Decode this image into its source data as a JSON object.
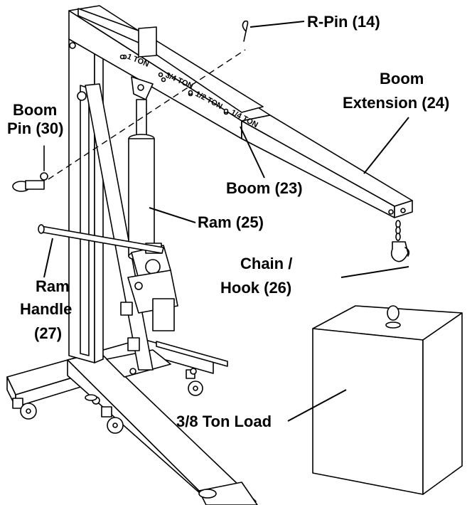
{
  "labels": {
    "r_pin": "R-Pin (14)",
    "boom_pin_1": "Boom",
    "boom_pin_2": "Pin (30)",
    "boom_ext_1": "Boom",
    "boom_ext_2": "Extension (24)",
    "boom": "Boom (23)",
    "ram": "Ram (25)",
    "chain_1": "Chain /",
    "chain_2": "Hook (26)",
    "handle_1": "Ram",
    "handle_2": "Handle",
    "handle_3": "(27)",
    "load": "3/8 Ton Load"
  },
  "boom_markings": [
    "1 TON",
    "3/4 TON",
    "1/2 TON",
    "1/4 TON"
  ],
  "colors": {
    "ink": "#000000",
    "paper": "#ffffff"
  }
}
